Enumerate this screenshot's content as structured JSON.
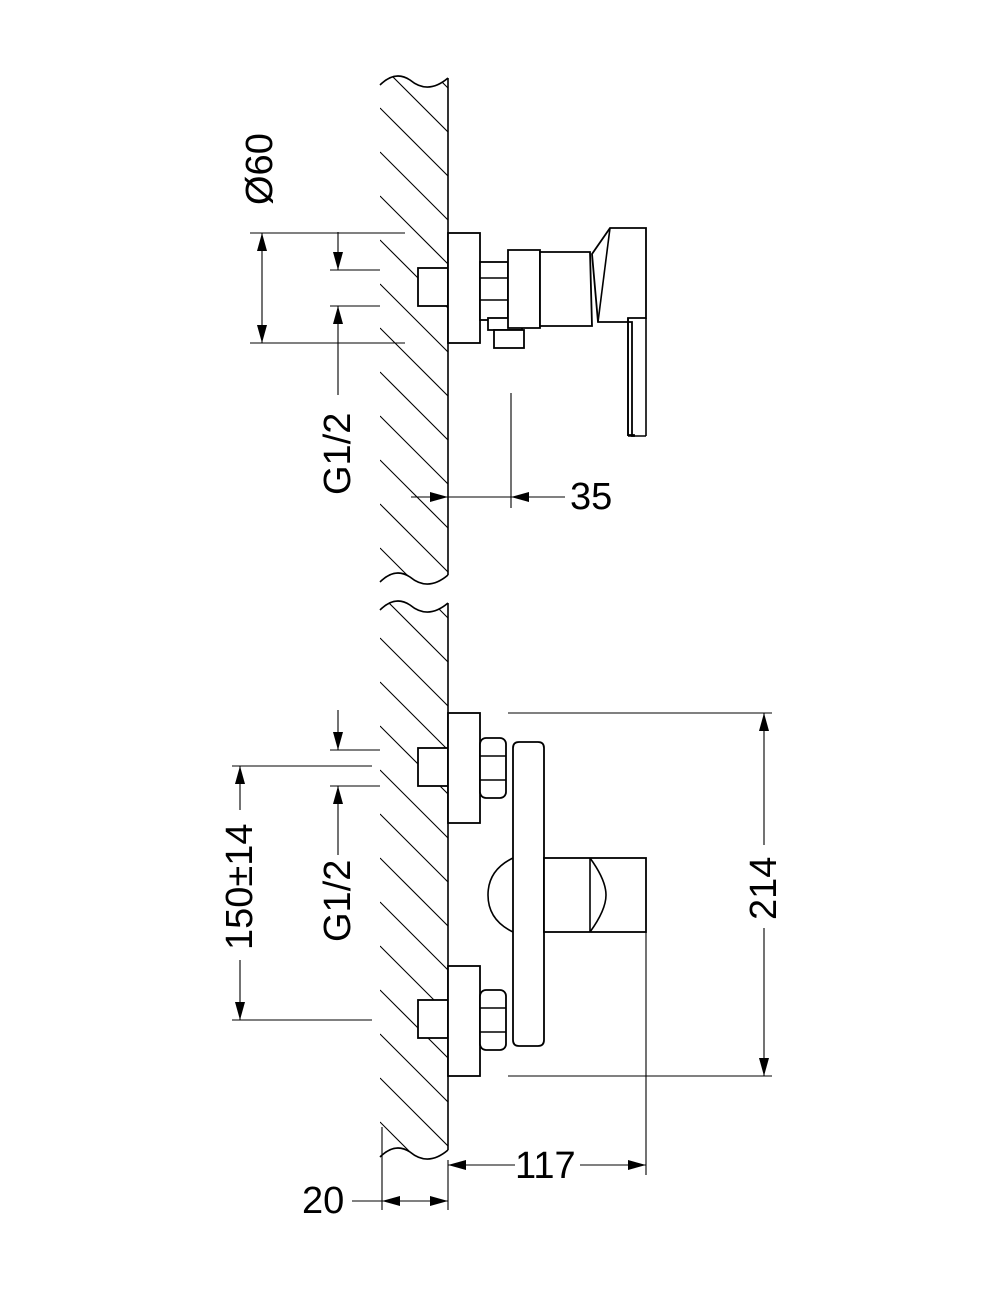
{
  "colors": {
    "line": "#000000",
    "background": "#ffffff"
  },
  "top_view": {
    "dimensions": {
      "diameter": "Ø60",
      "thread": "G1/2",
      "depth": "35"
    }
  },
  "front_view": {
    "dimensions": {
      "center_distance": "150±14",
      "thread": "G1/2",
      "height": "214",
      "projection": "117",
      "wall_offset": "20"
    }
  }
}
